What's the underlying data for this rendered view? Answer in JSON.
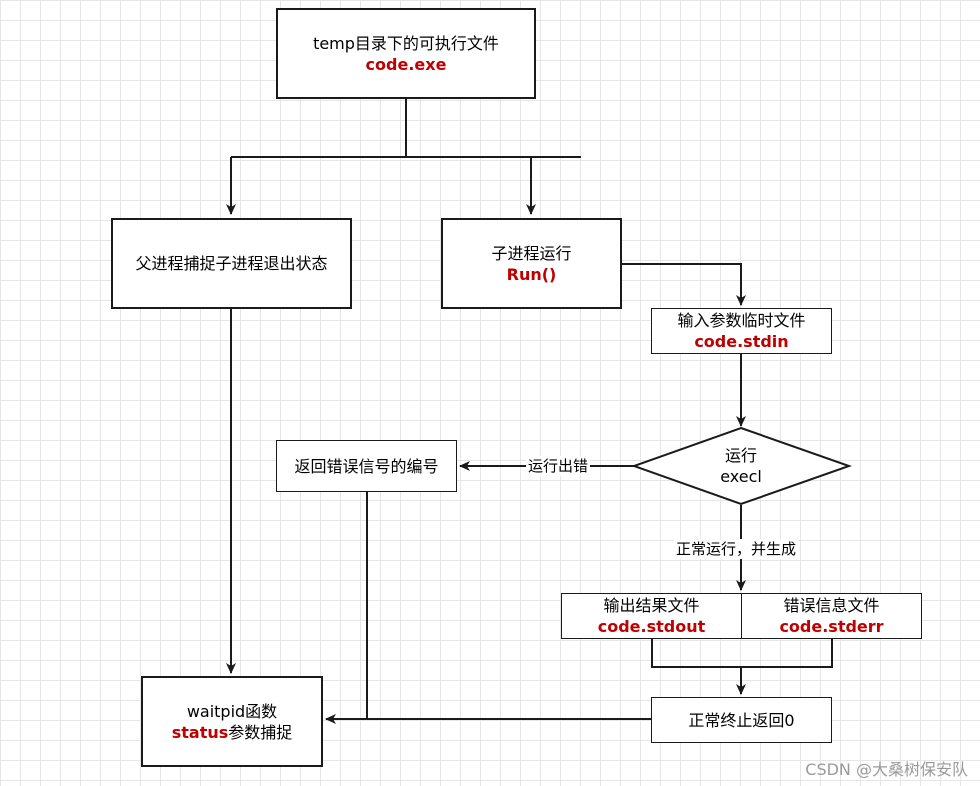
{
  "nodes": {
    "exe": {
      "line1": "temp目录下的可执行文件",
      "line2": "code.exe"
    },
    "parent": {
      "line1": "父进程捕捉子进程退出状态"
    },
    "child": {
      "line1": "子进程运行",
      "line2": "Run()"
    },
    "stdin": {
      "line1": "输入参数临时文件",
      "line2": "code.stdin"
    },
    "execl": {
      "line1": "运行",
      "line2": "execl"
    },
    "signal": {
      "line1": "返回错误信号的编号"
    },
    "stdout": {
      "line1": "输出结果文件",
      "line2": "code.stdout"
    },
    "stderr": {
      "line1": "错误信息文件",
      "line2": "code.stderr"
    },
    "exit": {
      "line1": "正常终止返回0"
    },
    "waitpid": {
      "line1": "waitpid函数",
      "line2_red": "status",
      "line2_rest": "参数捕捉"
    }
  },
  "edges": {
    "run_error": "运行出错",
    "normal_run": "正常运行，并生成"
  },
  "watermark": "CSDN @大桑树保安队",
  "colors": {
    "accent": "#c00000",
    "stroke": "#1a1a1a"
  }
}
